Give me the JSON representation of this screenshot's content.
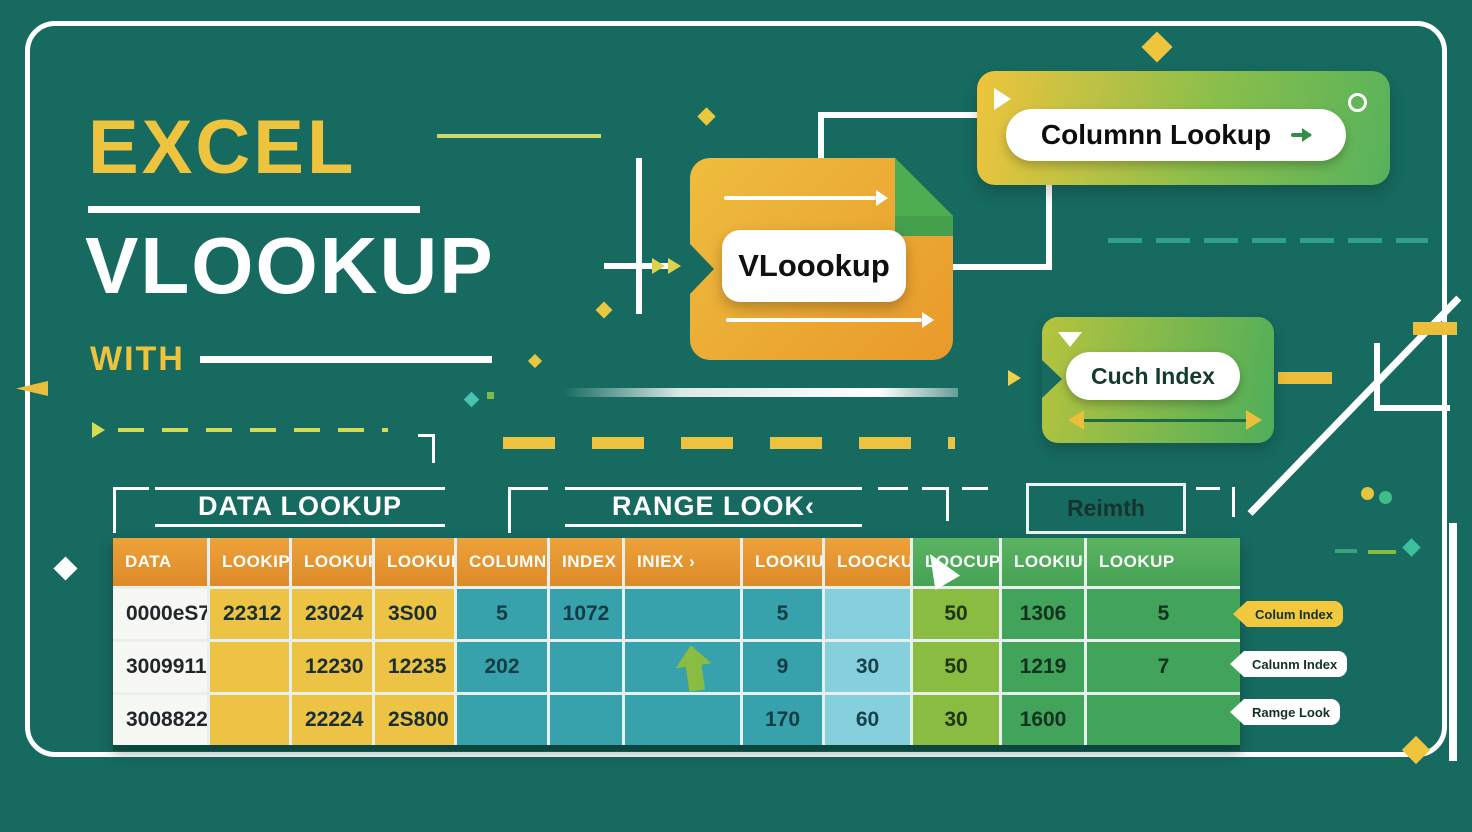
{
  "title": {
    "excel": "EXCEL",
    "vlookup": "VLOOKUP",
    "with": "WITH"
  },
  "flow": {
    "vlookup_card_label": "VLoookup",
    "column_lookup_label": "Columnn Lookup",
    "cuch_index_label": "Cuch Index"
  },
  "sections": {
    "left": "DATA LOOKUP",
    "middle": "RANGE LOOK‹",
    "right": "Reimth"
  },
  "table": {
    "headers": [
      "DATA",
      "LOOKIP",
      "LOOKUP",
      "LOOKUP",
      "COLUMN",
      "INDEX",
      "INIEX ›",
      "LOOKIUP",
      "LOOCKUO",
      "LOOCUP",
      "LOOKIUP",
      "LOOKUP"
    ],
    "rows": [
      [
        "0000eS7",
        "22312",
        "23024",
        "3S00",
        "5",
        "1072",
        "",
        "5",
        "",
        "50",
        "1306",
        "5"
      ],
      [
        "3009911",
        "",
        "12230",
        "12235",
        "202",
        "",
        "",
        "9",
        "30",
        "50",
        "1219",
        "7"
      ],
      [
        "3008822",
        "",
        "22224",
        "2S800",
        "",
        "",
        "",
        "170",
        "60",
        "30",
        "1600",
        ""
      ]
    ]
  },
  "tags": [
    {
      "label": "Colum Index",
      "style": "yellow"
    },
    {
      "label": "Calunm Index",
      "style": "white"
    },
    {
      "label": "Ramge Look",
      "style": "white"
    }
  ],
  "icons": {
    "banner_play": "play-icon",
    "banner_ring": "circle-ring-icon",
    "banner_arrow": "arrow-right-icon",
    "cuch_triangle": "triangle-down-icon",
    "cuch_double_arrow": "double-arrow-icon",
    "row_arrow": "arrow-up-icon",
    "header_cursor": "cursor-icon",
    "folded_corner": "folded-corner-icon"
  },
  "colors": {
    "background": "#176a60",
    "accent_yellow": "#eec33d",
    "header_orange": "#e2922f",
    "header_green": "#4ea85b",
    "cell_yellow": "#ecc344",
    "cell_teal": "#38a2ac",
    "cell_lightblue": "#86d0dd",
    "cell_lightgreen": "#8abc42",
    "cell_green": "#42a45b",
    "banner_gradient_start": "#eec43c",
    "banner_gradient_end": "#57b25c",
    "card_yellow": "#e9a92f"
  }
}
